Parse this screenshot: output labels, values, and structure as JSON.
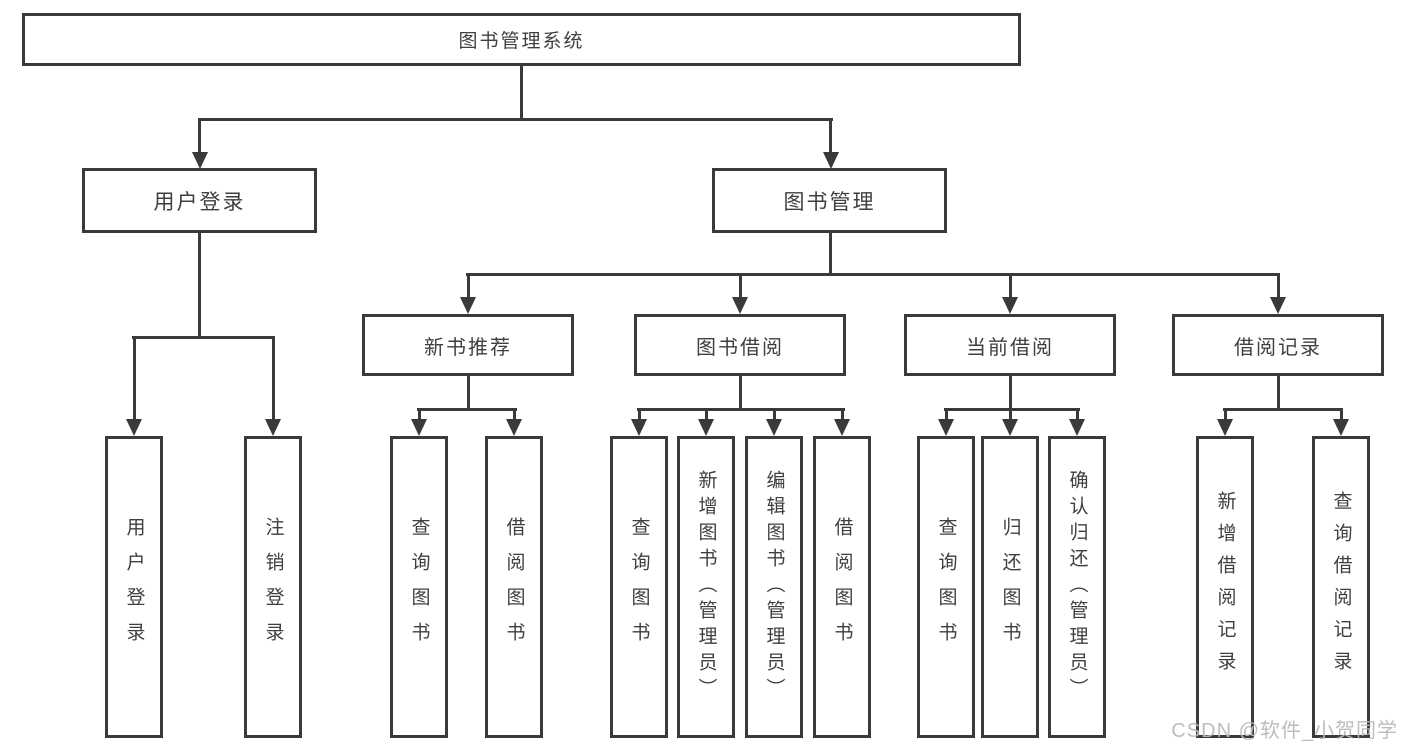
{
  "tree": {
    "label": "图书管理系统",
    "children": [
      {
        "label": "用户登录",
        "children": [
          {
            "label": "用户登录"
          },
          {
            "label": "注销登录"
          }
        ]
      },
      {
        "label": "图书管理",
        "children": [
          {
            "label": "新书推荐",
            "children": [
              {
                "label": "查询图书"
              },
              {
                "label": "借阅图书"
              }
            ]
          },
          {
            "label": "图书借阅",
            "children": [
              {
                "label": "查询图书"
              },
              {
                "label": "新增图书（管理员）"
              },
              {
                "label": "编辑图书（管理员）"
              },
              {
                "label": "借阅图书"
              }
            ]
          },
          {
            "label": "当前借阅",
            "children": [
              {
                "label": "查询图书"
              },
              {
                "label": "归还图书"
              },
              {
                "label": "确认归还（管理员）"
              }
            ]
          },
          {
            "label": "借阅记录",
            "children": [
              {
                "label": "新增借阅记录"
              },
              {
                "label": "查询借阅记录"
              }
            ]
          }
        ]
      }
    ]
  },
  "watermark": "CSDN @软件_小贺同学",
  "colors": {
    "line": "#3a3a3a",
    "text": "#3f3f3f",
    "watermark": "#b9b9b9"
  }
}
